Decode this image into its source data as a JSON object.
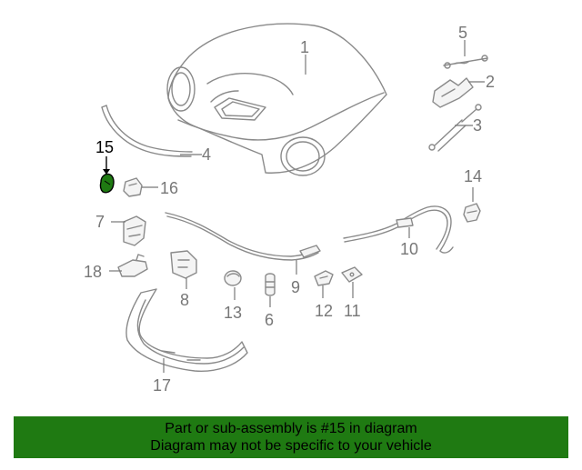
{
  "callouts": {
    "p1": "1",
    "p2": "2",
    "p3": "3",
    "p4": "4",
    "p5": "5",
    "p6": "6",
    "p7": "7",
    "p8": "8",
    "p9": "9",
    "p10": "10",
    "p11": "11",
    "p12": "12",
    "p13": "13",
    "p14": "14",
    "p15": "15",
    "p16": "16",
    "p17": "17",
    "p18": "18"
  },
  "highlight_part": "15",
  "colors": {
    "banner_bg": "#1f7a12",
    "highlight_part": "#1f7a12",
    "line": "#8a8a8a",
    "label": "#777777"
  },
  "banner": {
    "line1": "Part or sub-assembly is #15 in diagram",
    "line2": "Diagram may not be specific to your vehicle"
  }
}
